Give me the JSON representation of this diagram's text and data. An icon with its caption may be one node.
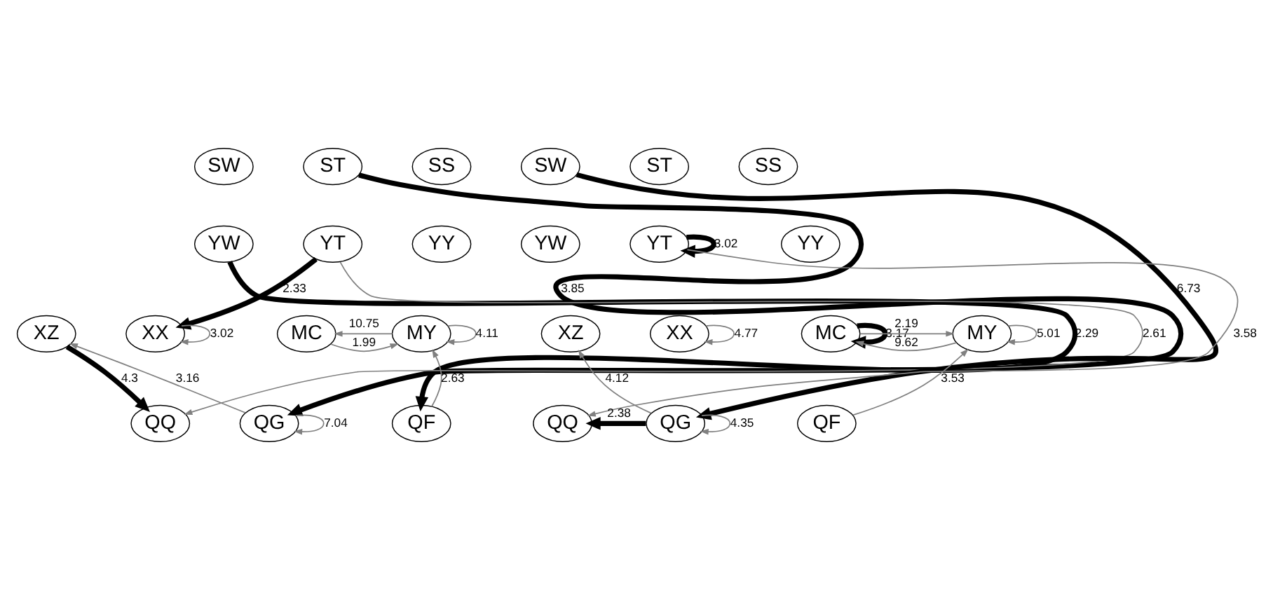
{
  "diagram": {
    "nodes": [
      {
        "text": [
          "SW"
        ]
      },
      {
        "text": [
          "ST"
        ]
      },
      {
        "text": [
          "SS"
        ]
      },
      {
        "text": [
          "YW"
        ]
      },
      {
        "text": [
          "YT"
        ]
      },
      {
        "text": [
          "YY"
        ]
      },
      {
        "text": [
          "XZ"
        ]
      },
      {
        "text": [
          "XX"
        ]
      },
      {
        "text": [
          "MC"
        ]
      },
      {
        "text": [
          "MY"
        ]
      },
      {
        "text": [
          "QQ"
        ]
      },
      {
        "text": [
          "QG"
        ]
      },
      {
        "text": [
          "QF"
        ]
      },
      {
        "text": [
          "SW"
        ]
      },
      {
        "text": [
          "ST"
        ]
      },
      {
        "text": [
          "SS"
        ]
      },
      {
        "text": [
          "YW"
        ]
      },
      {
        "text": [
          "YT"
        ]
      },
      {
        "text": [
          "YY"
        ]
      },
      {
        "text": [
          "XZ"
        ]
      },
      {
        "text": [
          "XX"
        ]
      },
      {
        "text": [
          "MC"
        ]
      },
      {
        "text": [
          "MY"
        ]
      },
      {
        "text": [
          "QQ"
        ]
      },
      {
        "text": [
          "QG"
        ]
      },
      {
        "text": [
          "QF"
        ]
      }
    ],
    "edges": [
      {
        "from": 3,
        "to": 12,
        "arrow": "to",
        "label": "2.29",
        "style": "thick",
        "color": "#000000"
      },
      {
        "from": 1,
        "to": 11,
        "arrow": "to",
        "label": "3.85",
        "style": "thick",
        "color": "#000000"
      },
      {
        "from": 4,
        "to": 7,
        "arrow": "to",
        "label": "2.33",
        "style": "thick",
        "color": "#000000"
      },
      {
        "from": 7,
        "to": 7,
        "arrow": "to",
        "label": "3.02"
      },
      {
        "from": 4,
        "to": 10,
        "arrow": "to",
        "label": "2.61"
      },
      {
        "from": 8,
        "to": 9,
        "arrow": "to",
        "label": "1.99"
      },
      {
        "from": 9,
        "to": 8,
        "arrow": "to",
        "label": "10.75"
      },
      {
        "from": 9,
        "to": 9,
        "arrow": "to",
        "label": "4.11"
      },
      {
        "from": 6,
        "to": 10,
        "arrow": "to",
        "label": "4.3",
        "style": "thick",
        "color": "#000000"
      },
      {
        "from": 11,
        "to": 6,
        "arrow": "to",
        "label": "3.16"
      },
      {
        "from": 11,
        "to": 11,
        "arrow": "to",
        "label": "7.04"
      },
      {
        "from": 12,
        "to": 9,
        "arrow": "to",
        "label": "2.63"
      },
      {
        "from": 17,
        "to": 17,
        "arrow": "to",
        "label": "3.02",
        "style": "thick",
        "color": "#000000"
      },
      {
        "from": 17,
        "to": 23,
        "arrow": "to",
        "label": "3.58"
      },
      {
        "from": 20,
        "to": 20,
        "arrow": "to",
        "label": "4.77"
      },
      {
        "from": 21,
        "to": 21,
        "arrow": "to",
        "label": "3.17",
        "style": "thick",
        "color": "#000000"
      },
      {
        "from": 21,
        "to": 22,
        "arrow": "to",
        "label": "2.19"
      },
      {
        "from": 22,
        "to": 21,
        "arrow": "to",
        "label": "9.62"
      },
      {
        "from": 22,
        "to": 22,
        "arrow": "to",
        "label": "5.01"
      },
      {
        "from": 24,
        "to": 19,
        "arrow": "to",
        "label": "4.12"
      },
      {
        "from": 24,
        "to": 23,
        "arrow": "to",
        "label": "2.38",
        "style": "thick",
        "color": "#000000"
      },
      {
        "from": 24,
        "to": 24,
        "arrow": "to",
        "label": "4.35"
      },
      {
        "from": 25,
        "to": 22,
        "arrow": "to",
        "label": "3.53"
      },
      {
        "from": 13,
        "to": 24,
        "arrow": "to",
        "label": "6.73",
        "style": "thick",
        "color": "#000000"
      }
    ]
  }
}
